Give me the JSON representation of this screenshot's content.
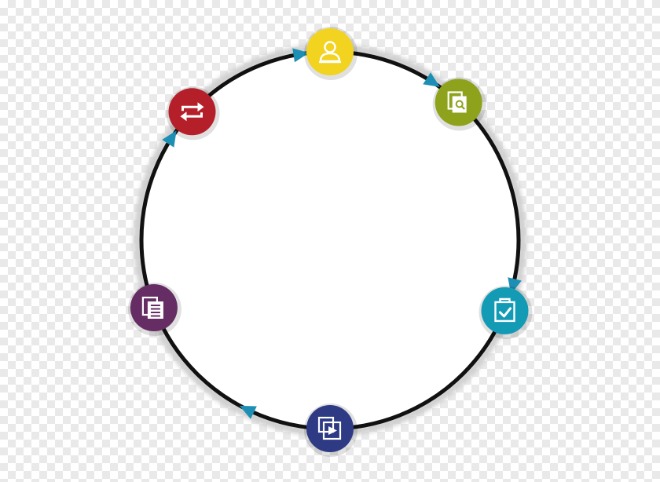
{
  "diagram": {
    "type": "cycle",
    "ring_color": "#111111",
    "arrow_color": "#1e8fb4",
    "steps": [
      {
        "id": "user",
        "icon": "user-icon",
        "color": "#f2d31f",
        "angle": 0
      },
      {
        "id": "review",
        "icon": "document-search-icon",
        "color": "#8ea21c",
        "angle": 43
      },
      {
        "id": "approve",
        "icon": "checklist-icon",
        "color": "#139bb6",
        "angle": 112
      },
      {
        "id": "present",
        "icon": "media-play-icon",
        "color": "#2e3a84",
        "angle": 180
      },
      {
        "id": "report",
        "icon": "document-list-icon",
        "color": "#652d63",
        "angle": 249
      },
      {
        "id": "cycle",
        "icon": "refresh-arrows-icon",
        "color": "#b51f2a",
        "angle": 313
      }
    ],
    "arrows": [
      {
        "icon": "arrow-right-icon",
        "angle": 351
      },
      {
        "icon": "arrow-down-icon",
        "angle": 33
      },
      {
        "icon": "arrow-down-icon",
        "angle": 104
      },
      {
        "icon": "arrow-left-icon",
        "angle": 206
      },
      {
        "icon": "arrow-up-icon",
        "angle": 303
      }
    ]
  }
}
